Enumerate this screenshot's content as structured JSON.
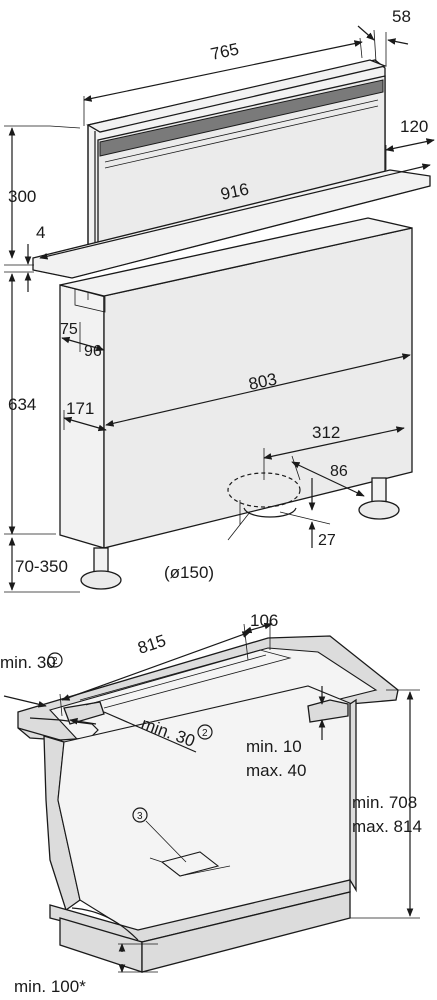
{
  "diagram": {
    "top": {
      "dims": {
        "w58": "58",
        "w765": "765",
        "w120": "120",
        "w916": "916",
        "h300": "300",
        "h4": "4",
        "d75": "75",
        "d96": "96",
        "h634": "634",
        "d171": "171",
        "w803": "803",
        "w312": "312",
        "d86": "86",
        "d27": "27",
        "dia150": "(ø150)",
        "h70_350": "70-350"
      }
    },
    "bottom": {
      "dims": {
        "w106": "106",
        "w815": "815",
        "min30_left": "min. 30",
        "min30_right": "min. 30",
        "min10": "min. 10",
        "max40": "max. 40",
        "min708": "min. 708",
        "max814": "max. 814",
        "min100": "min. 100*"
      },
      "callouts": {
        "c2": "2",
        "c3": "3"
      }
    }
  }
}
